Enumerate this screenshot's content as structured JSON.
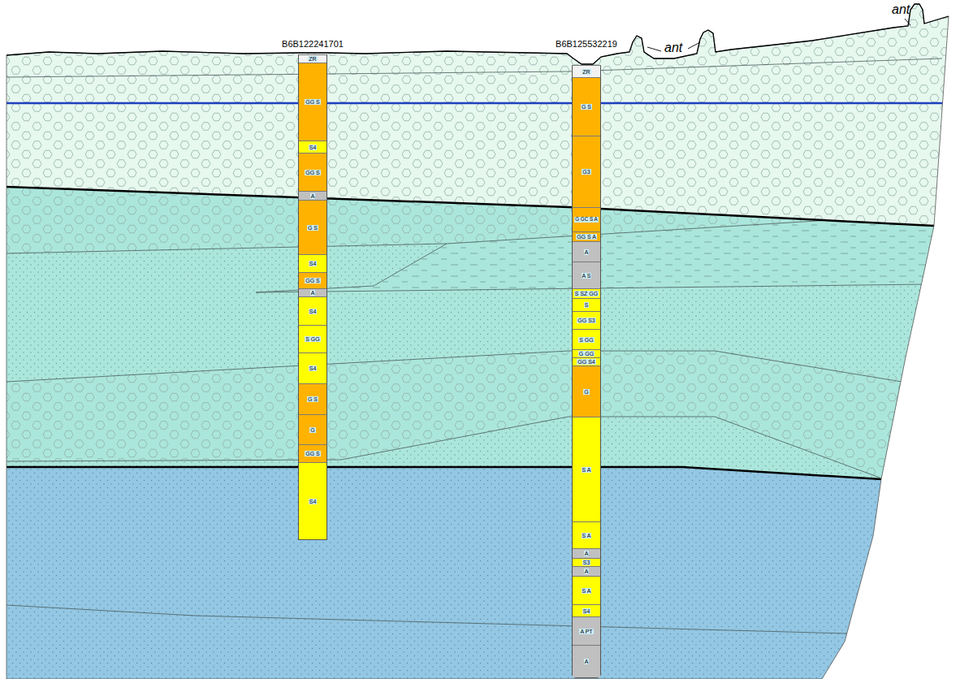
{
  "diagram": {
    "nodes": [
      {
        "text": [
          "B6B122241701"
        ]
      },
      {
        "text": [
          "ZR"
        ],
        "in": 0
      },
      {
        "text": [
          "GG S"
        ],
        "in": 0
      },
      {
        "text": [
          "S4"
        ],
        "in": 0
      },
      {
        "text": [
          "GG S"
        ],
        "in": 0
      },
      {
        "text": [
          "A"
        ],
        "in": 0
      },
      {
        "text": [
          "G S"
        ],
        "in": 0
      },
      {
        "text": [
          "S4"
        ],
        "in": 0
      },
      {
        "text": [
          "GG S"
        ],
        "in": 0
      },
      {
        "text": [
          "A"
        ],
        "in": 0
      },
      {
        "text": [
          "S4"
        ],
        "in": 0
      },
      {
        "text": [
          "S GG"
        ],
        "in": 0
      },
      {
        "text": [
          "S4"
        ],
        "in": 0
      },
      {
        "text": [
          "G S"
        ],
        "in": 0
      },
      {
        "text": [
          "G"
        ],
        "in": 0
      },
      {
        "text": [
          "GG S"
        ],
        "in": 0
      },
      {
        "text": [
          "S4"
        ],
        "in": 0
      },
      {
        "text": [
          "B6B125532219"
        ]
      },
      {
        "text": [
          "ZR"
        ],
        "in": 17
      },
      {
        "text": [
          "G S"
        ],
        "in": 17
      },
      {
        "text": [
          "G3"
        ],
        "in": 17
      },
      {
        "text": [
          "G GC S A"
        ],
        "in": 17
      },
      {
        "text": [
          "GG S A"
        ],
        "in": 17
      },
      {
        "text": [
          "A"
        ],
        "in": 17
      },
      {
        "text": [
          "A S"
        ],
        "in": 17
      },
      {
        "text": [
          "S SZ GG"
        ],
        "in": 17
      },
      {
        "text": [
          "S"
        ],
        "in": 17
      },
      {
        "text": [
          "GG S3"
        ],
        "in": 17
      },
      {
        "text": [
          "S GG"
        ],
        "in": 17
      },
      {
        "text": [
          "G GG"
        ],
        "in": 17
      },
      {
        "text": [
          "GG S4"
        ],
        "in": 17
      },
      {
        "text": [
          "G"
        ],
        "in": 17
      },
      {
        "text": [
          "S A"
        ],
        "in": 17
      },
      {
        "text": [
          "S A"
        ],
        "in": 17
      },
      {
        "text": [
          "A"
        ],
        "in": 17
      },
      {
        "text": [
          "S3"
        ],
        "in": 17
      },
      {
        "text": [
          "A"
        ],
        "in": 17
      },
      {
        "text": [
          "S A"
        ],
        "in": 17
      },
      {
        "text": [
          "S4"
        ],
        "in": 17
      },
      {
        "text": [
          "A PT"
        ],
        "in": 17
      },
      {
        "text": [
          "A"
        ],
        "in": 17
      }
    ],
    "labels": [
      "ant",
      "ant"
    ]
  }
}
